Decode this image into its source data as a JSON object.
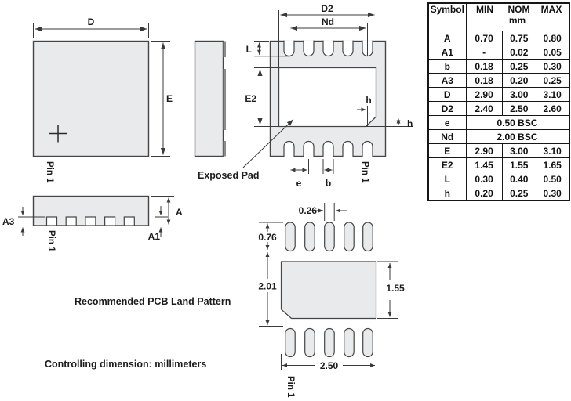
{
  "figures": {
    "top_view": {
      "d": "D",
      "e": "E",
      "pin1": "Pin 1"
    },
    "bottom_view": {
      "d2": "D2",
      "nd": "Nd",
      "l": "L",
      "e2": "E2",
      "h": "h",
      "e": "e",
      "b": "b",
      "pin1": "Pin 1",
      "exposed_pad": "Exposed Pad"
    },
    "side_profile": {
      "a": "A",
      "a1": "A1",
      "a3": "A3",
      "pin1": "Pin 1"
    },
    "land_pattern": {
      "pad_width": "0.26",
      "pad_height": "0.76",
      "row_gap": "2.01",
      "center_height": "1.55",
      "total_width": "2.50",
      "pin1": "Pin 1",
      "caption": "Recommended PCB Land Pattern"
    }
  },
  "notes": {
    "controlling": "Controlling dimension: millimeters"
  },
  "colors": {
    "body_fill": "#e9eaeb",
    "line": "#3a3a3a",
    "table_border": "#161616"
  },
  "table": {
    "headers": {
      "symbol": "Symbol",
      "min": "MIN",
      "nom": "NOM",
      "max": "MAX",
      "unit": "mm"
    },
    "rows": [
      {
        "symbol": "A",
        "min": "0.70",
        "nom": "0.75",
        "max": "0.80"
      },
      {
        "symbol": "A1",
        "min": "-",
        "nom": "0.02",
        "max": "0.05"
      },
      {
        "symbol": "b",
        "min": "0.18",
        "nom": "0.25",
        "max": "0.30"
      },
      {
        "symbol": "A3",
        "min": "0.18",
        "nom": "0.20",
        "max": "0.25"
      },
      {
        "symbol": "D",
        "min": "2.90",
        "nom": "3.00",
        "max": "3.10"
      },
      {
        "symbol": "D2",
        "min": "2.40",
        "nom": "2.50",
        "max": "2.60"
      },
      {
        "symbol": "e",
        "span": "0.50 BSC"
      },
      {
        "symbol": "Nd",
        "span": "2.00 BSC"
      },
      {
        "symbol": "E",
        "min": "2.90",
        "nom": "3.00",
        "max": "3.10"
      },
      {
        "symbol": "E2",
        "min": "1.45",
        "nom": "1.55",
        "max": "1.65"
      },
      {
        "symbol": "L",
        "min": "0.30",
        "nom": "0.40",
        "max": "0.50"
      },
      {
        "symbol": "h",
        "min": "0.20",
        "nom": "0.25",
        "max": "0.30"
      }
    ]
  }
}
